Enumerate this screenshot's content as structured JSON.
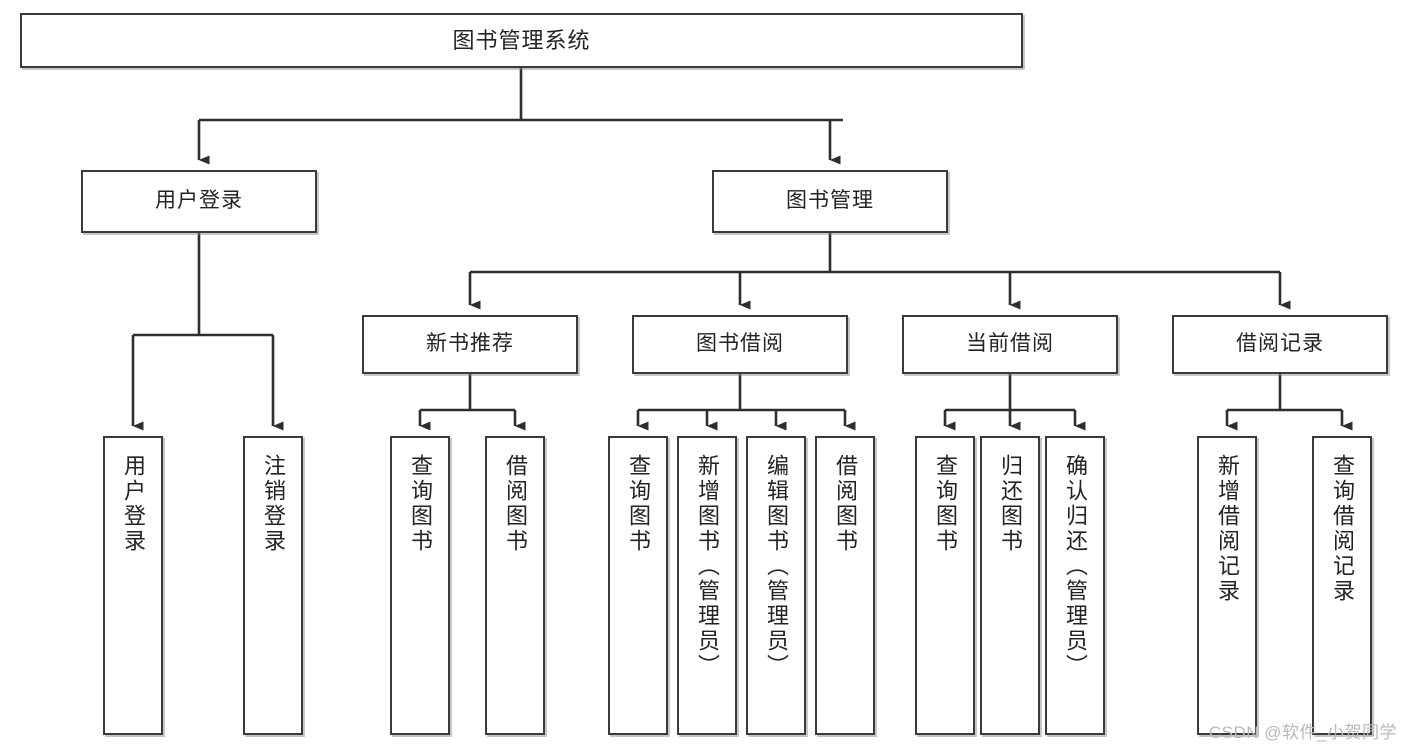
{
  "diagram": {
    "title": "图书管理系统",
    "type": "tree-hierarchy",
    "watermark": "CSDN @软件_小贺同学",
    "colors": {
      "box_border": "#3a3a3a",
      "box_fill": "#ffffff",
      "connector": "#2e2e2e",
      "text": "#23231f",
      "watermark": "#b9b9b9"
    }
  },
  "root": {
    "label": "图书管理系统"
  },
  "level1": [
    {
      "label": "用户登录"
    },
    {
      "label": "图书管理"
    }
  ],
  "level2": [
    {
      "label": "新书推荐"
    },
    {
      "label": "图书借阅"
    },
    {
      "label": "当前借阅"
    },
    {
      "label": "借阅记录"
    }
  ],
  "leaves": {
    "user_login": [
      {
        "label": "用户登录"
      },
      {
        "label": "注销登录"
      }
    ],
    "new_book_recommend": [
      {
        "label": "查询图书"
      },
      {
        "label": "借阅图书"
      }
    ],
    "book_borrow": [
      {
        "label": "查询图书"
      },
      {
        "label": "新增图书（管理员）"
      },
      {
        "label": "编辑图书（管理员）"
      },
      {
        "label": "借阅图书"
      }
    ],
    "current_borrow": [
      {
        "label": "查询图书"
      },
      {
        "label": "归还图书"
      },
      {
        "label": "确认归还（管理员）"
      }
    ],
    "borrow_record": [
      {
        "label": "新增借阅记录"
      },
      {
        "label": "查询借阅记录"
      }
    ]
  }
}
